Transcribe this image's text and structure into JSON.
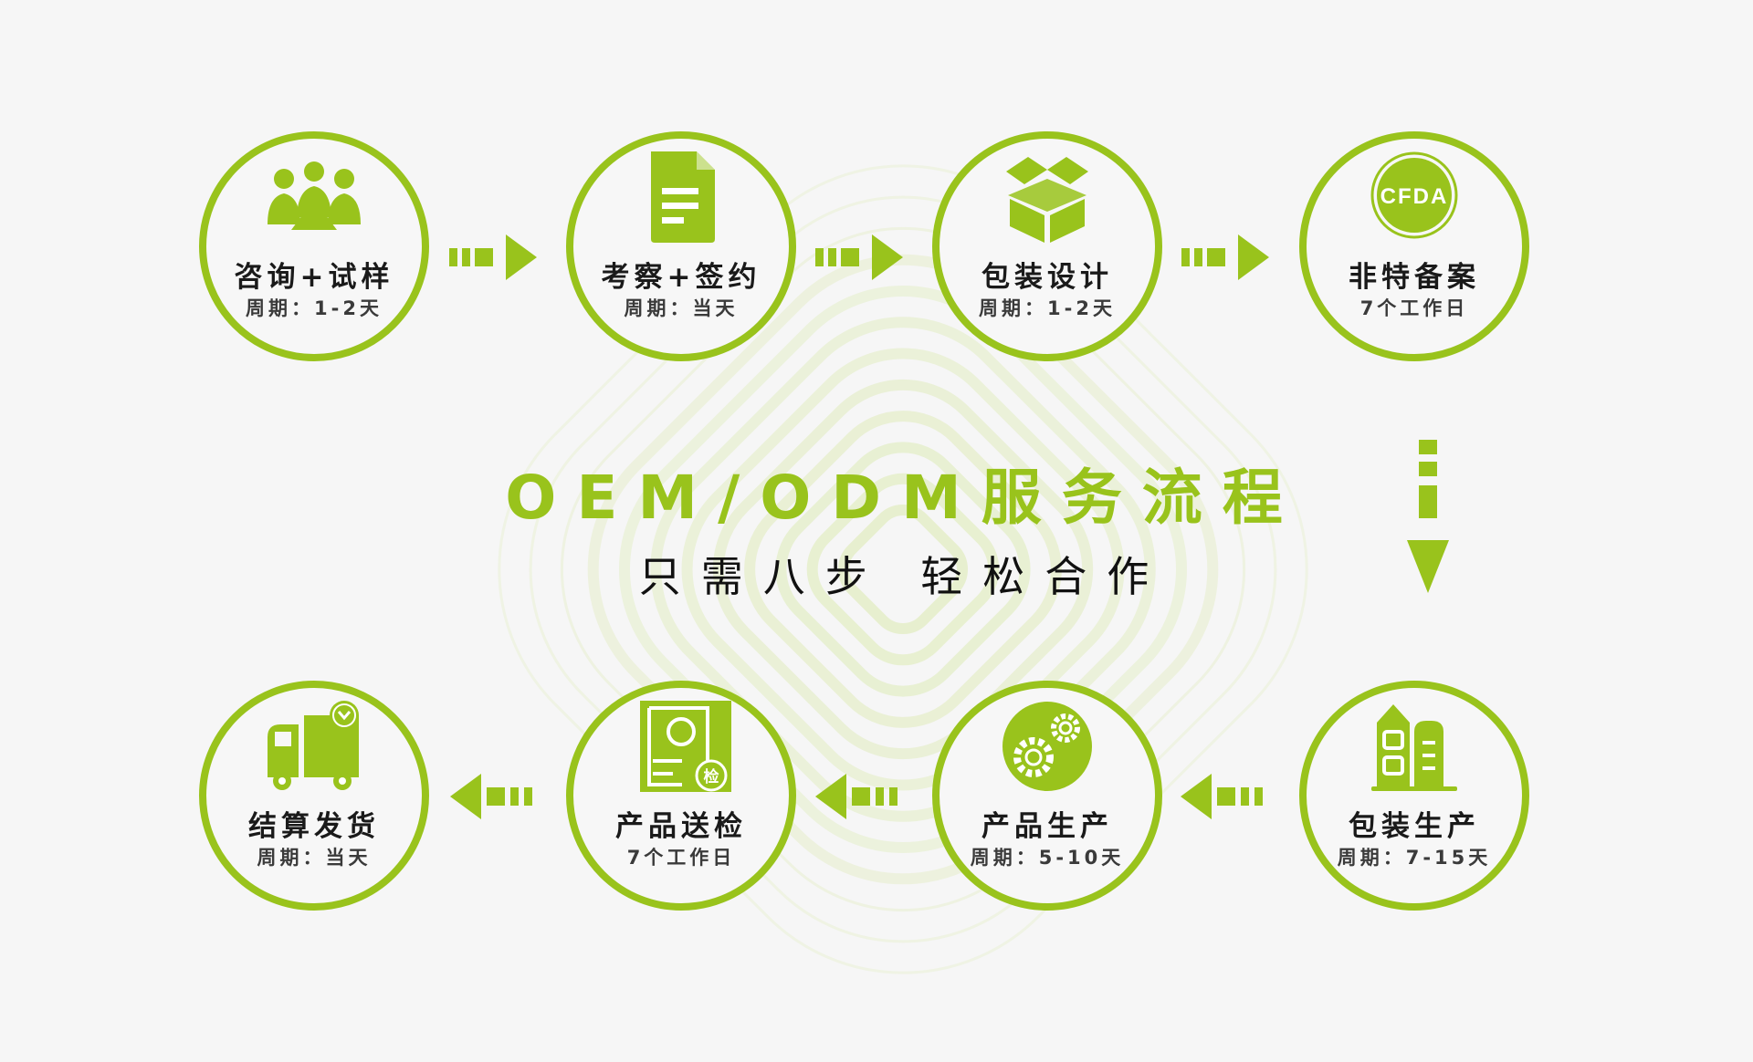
{
  "title": "OEM/ODM服务流程",
  "subtitle": "只需八步  轻松合作",
  "colors": {
    "accent": "#99c31c",
    "ring": "#e7efcf",
    "background": "#f6f6f6"
  },
  "steps": [
    {
      "title": "咨询+试样",
      "sub": "周期：1-2天",
      "icon": "meeting-people-icon"
    },
    {
      "title": "考察+签约",
      "sub": "周期：当天",
      "icon": "document-icon"
    },
    {
      "title": "包装设计",
      "sub": "周期：1-2天",
      "icon": "open-box-icon"
    },
    {
      "title": "非特备案",
      "sub": "7个工作日",
      "icon": "cfda-badge-icon",
      "badge": "CFDA"
    },
    {
      "title": "包装生产",
      "sub": "周期：7-15天",
      "icon": "factory-building-icon"
    },
    {
      "title": "产品生产",
      "sub": "周期：5-10天",
      "icon": "gears-icon"
    },
    {
      "title": "产品送检",
      "sub": "7个工作日",
      "icon": "inspection-report-icon",
      "badge": "检"
    },
    {
      "title": "结算发货",
      "sub": "周期：当天",
      "icon": "delivery-truck-icon"
    }
  ]
}
